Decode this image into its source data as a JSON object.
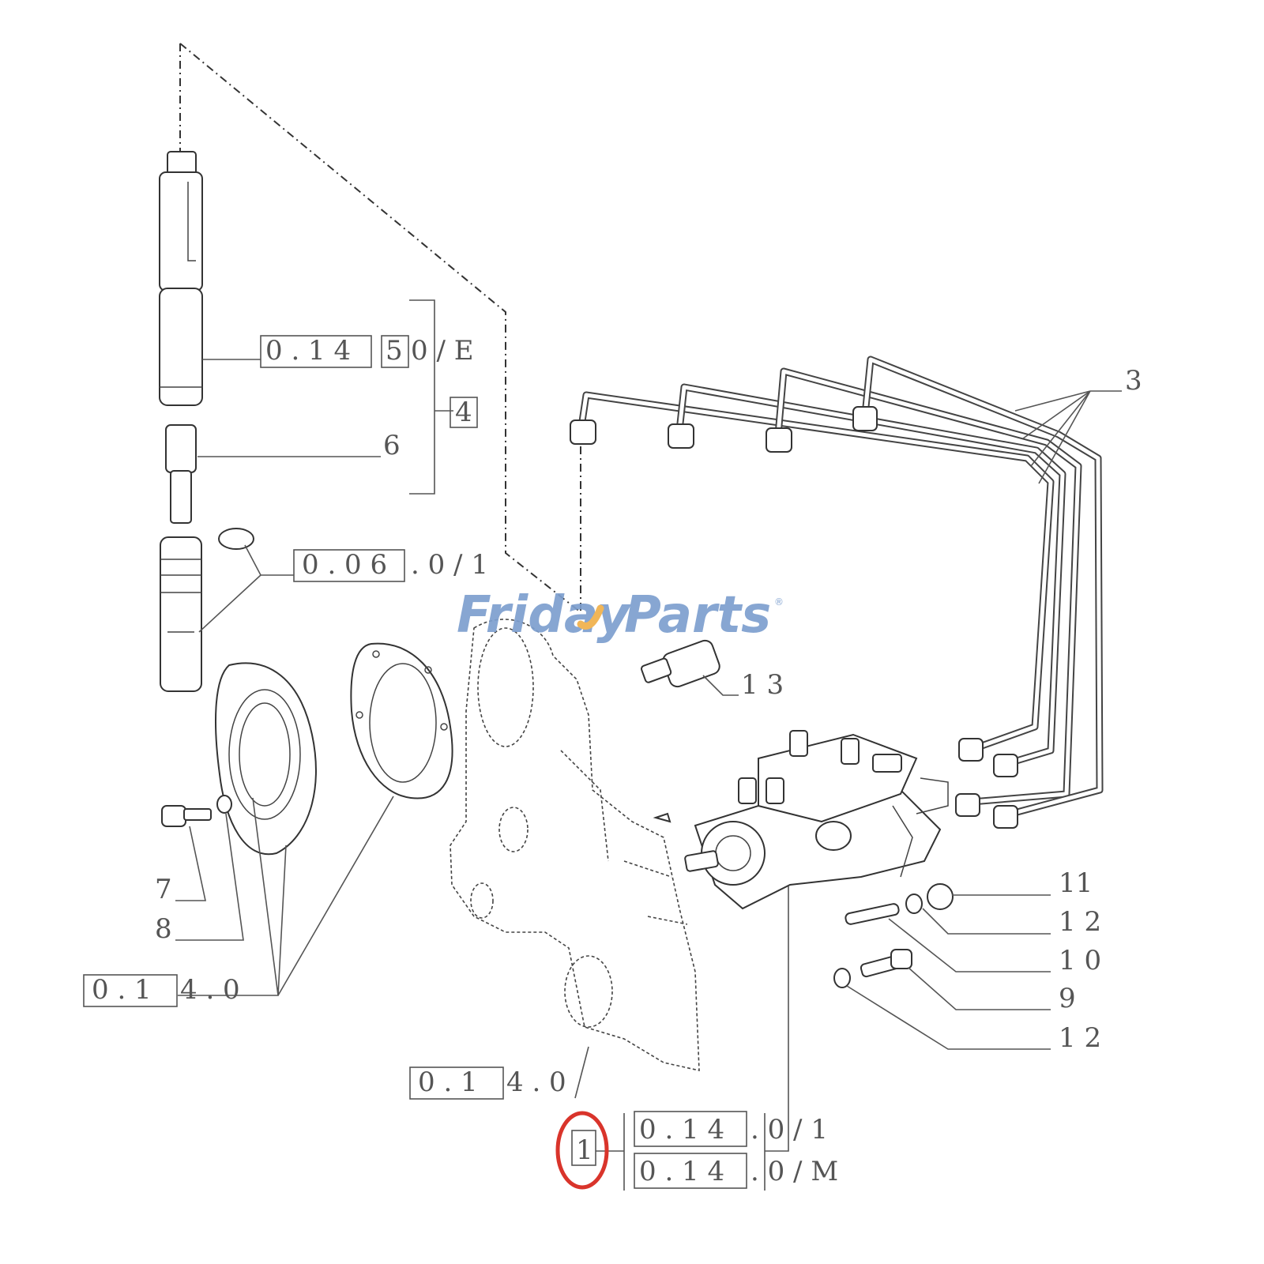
{
  "diagram": {
    "callouts": {
      "ref_01450E_box": "0 . 1 4",
      "ref_01450E_box2": "5",
      "ref_01450E_tail": "0 / E",
      "item_4": "4",
      "item_6": "6",
      "ref_0060_box": "0 . 0 6",
      "ref_0060_tail": ". 0 / 1",
      "item_3": "3",
      "item_13": "1 3",
      "item_7": "7",
      "item_8": "8",
      "ref_0140_left_box": "0 . 1",
      "ref_0140_left_tail": "4 . 0",
      "item_11": "11",
      "item_12a": "1 2",
      "item_10": "1 0",
      "item_9": "9",
      "item_12b": "1 2",
      "ref_0140_bottom_box": "0 . 1",
      "ref_0140_bottom_tail": "4 . 0",
      "item_1": "1",
      "ref_0140_1_box": "0 . 1 4",
      "ref_0140_1_tail": ". 0 / 1",
      "ref_0140_M_box": "0 . 1 4",
      "ref_0140_M_tail": ". 0 / M"
    },
    "highlight_color": "#d9342b"
  },
  "watermark": {
    "word1": "Friday",
    "word2": "Parts",
    "mark": "®",
    "color_text": "#7d9fcf",
    "color_accent": "#f0b04a"
  }
}
